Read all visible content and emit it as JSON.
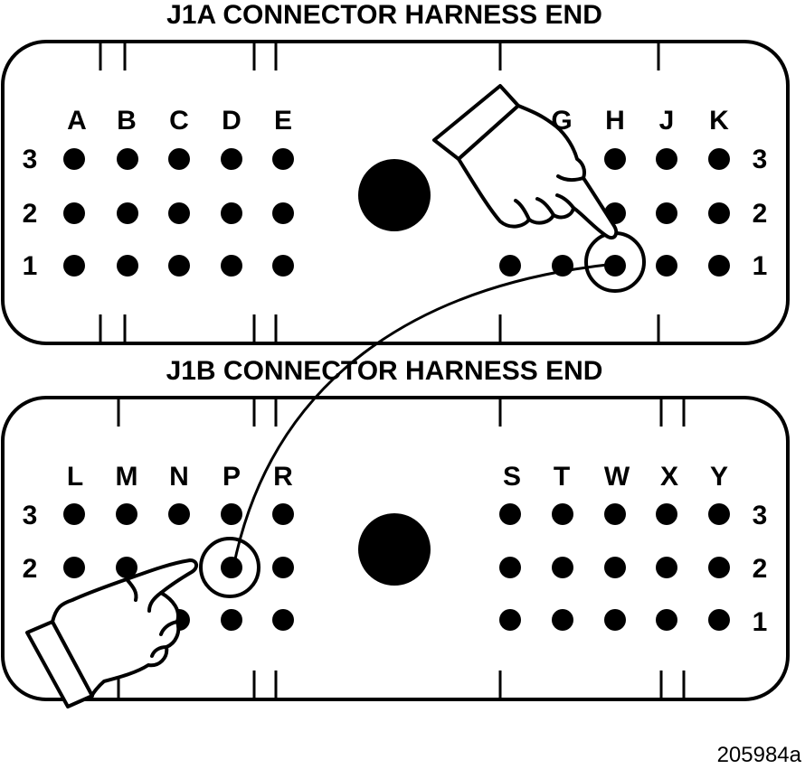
{
  "figure_id": "205984a",
  "connectors": [
    {
      "title": "J1A CONNECTOR HARNESS END",
      "left_columns": [
        "A",
        "B",
        "C",
        "D",
        "E"
      ],
      "right_columns": [
        "G",
        "H",
        "J",
        "K"
      ],
      "rows": [
        "3",
        "2",
        "1"
      ]
    },
    {
      "title": "J1B CONNECTOR HARNESS END",
      "left_columns": [
        "L",
        "M",
        "N",
        "P",
        "R"
      ],
      "right_columns": [
        "S",
        "T",
        "W",
        "X",
        "Y"
      ],
      "rows": [
        "3",
        "2",
        "1"
      ]
    }
  ],
  "probe_connection": {
    "from": "J1A H1",
    "to": "J1B P2"
  },
  "icons": [
    "pointing-hand-icon",
    "pointing-hand-icon"
  ],
  "colors": {
    "ink": "#000000",
    "background": "#ffffff"
  }
}
